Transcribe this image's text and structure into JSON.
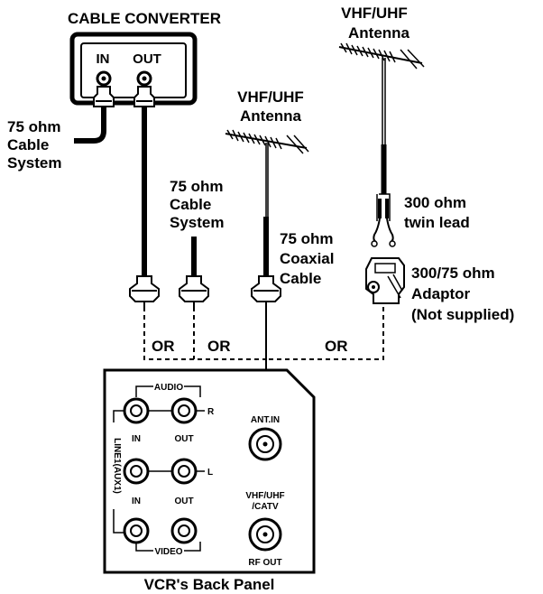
{
  "cable_converter": {
    "title": "CABLE CONVERTER",
    "in_label": "IN",
    "out_label": "OUT"
  },
  "cable_system_left": {
    "line1": "75 ohm",
    "line2": "Cable",
    "line3": "System"
  },
  "cable_system_mid": {
    "line1": "75 ohm",
    "line2": "Cable",
    "line3": "System"
  },
  "antenna_mid": {
    "line1": "VHF/UHF",
    "line2": "Antenna"
  },
  "antenna_right": {
    "line1": "VHF/UHF",
    "line2": "Antenna"
  },
  "coaxial": {
    "line1": "75 ohm",
    "line2": "Coaxial",
    "line3": "Cable"
  },
  "twin_lead": {
    "line1": "300 ohm",
    "line2": "twin lead"
  },
  "adaptor": {
    "line1": "300/75 ohm",
    "line2": "Adaptor",
    "line3": "(Not supplied)"
  },
  "or_labels": [
    "OR",
    "OR",
    "OR"
  ],
  "vcr_panel": {
    "caption": "VCR's Back Panel",
    "audio": "AUDIO",
    "video": "VIDEO",
    "r": "R",
    "l": "L",
    "in1": "IN",
    "out1": "OUT",
    "in2": "IN",
    "out2": "OUT",
    "line1": "LINE1(AUX1)",
    "ant_in": "ANT.IN",
    "vhf_catv_1": "VHF/UHF",
    "vhf_catv_2": "/CATV",
    "rf_out": "RF OUT"
  }
}
